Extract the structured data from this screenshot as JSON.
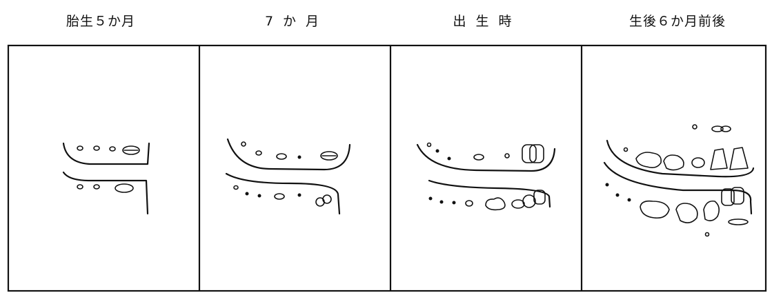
{
  "panels": [
    {
      "title": "胎生５か月"
    },
    {
      "title": "7か月"
    },
    {
      "title": "出生時"
    },
    {
      "title": "生後６か月前後"
    }
  ]
}
